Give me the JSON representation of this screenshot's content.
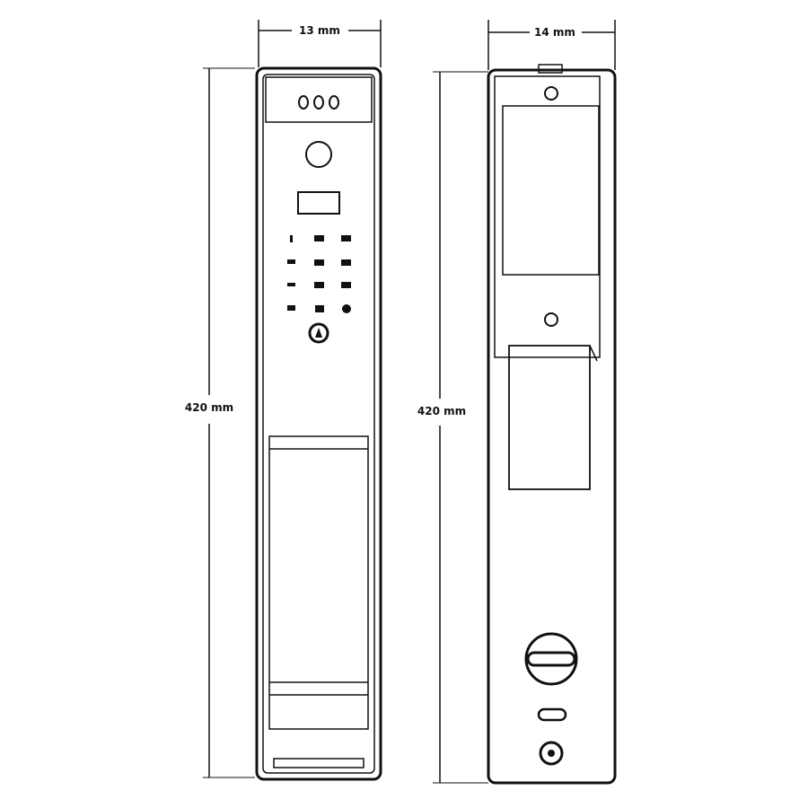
{
  "front_view": {
    "width_label": "13 mm",
    "height_label": "420 mm"
  },
  "side_view": {
    "width_label": "14 mm",
    "height_label": "420 mm"
  },
  "colors": {
    "line": "#111111",
    "background": "#ffffff"
  }
}
